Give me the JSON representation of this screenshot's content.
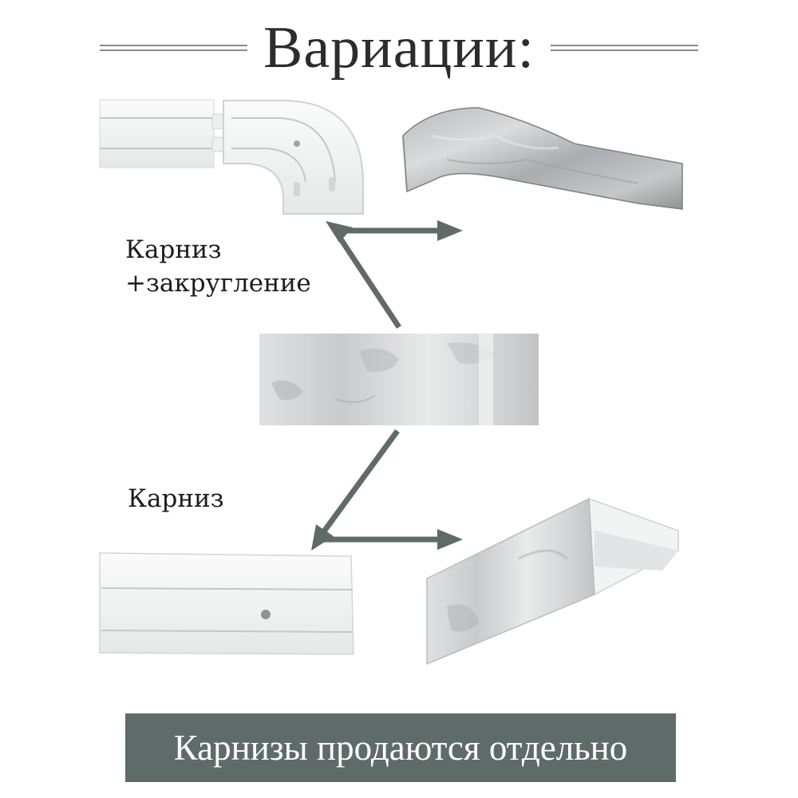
{
  "header": {
    "title": "Вариации:"
  },
  "labels": {
    "cornice_with_rounding_line1": "Карниз",
    "cornice_with_rounding_line2": "+закругление",
    "cornice": "Карниз"
  },
  "banner": {
    "text": "Карнизы продаются отдельно"
  },
  "colors": {
    "arrow": "#5f6b68",
    "banner_bg": "#5f6b68",
    "rail_white": "#f4f5f5",
    "concrete": "#c9cccd"
  }
}
